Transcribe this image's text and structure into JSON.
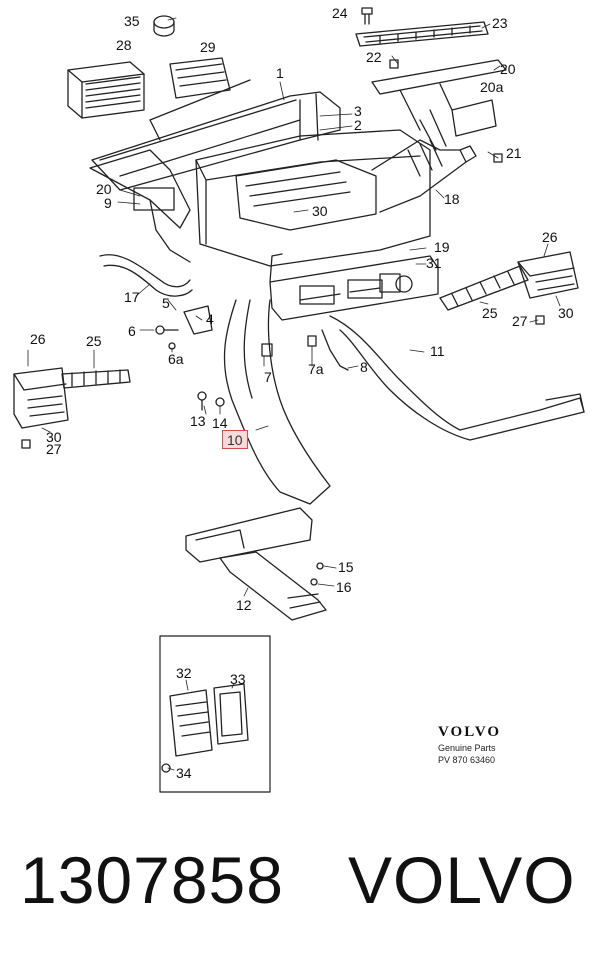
{
  "callouts": {
    "c35": "35",
    "c24": "24",
    "c23": "23",
    "c28": "28",
    "c29": "29",
    "c22": "22",
    "c20a": "20",
    "c1": "1",
    "c20b": "20a",
    "c3": "3",
    "c2": "2",
    "c21": "21",
    "c20c": "20",
    "c9": "9",
    "c30a": "30",
    "c18": "18",
    "c19": "19",
    "c26a": "26",
    "c31": "31",
    "c17": "17",
    "c5": "5",
    "c4": "4",
    "c25a": "25",
    "c27a": "27",
    "c30b": "30",
    "c6": "6",
    "c6a": "6a",
    "c26b": "26",
    "c25b": "25",
    "c11": "11",
    "c7": "7",
    "c7a": "7a",
    "c8": "8",
    "c13": "13",
    "c14": "14",
    "c10": "10",
    "c30c": "30",
    "c27b": "27",
    "c15": "15",
    "c16": "16",
    "c12": "12",
    "c32": "32",
    "c33": "33",
    "c34": "34"
  },
  "logo": {
    "brand": "VOLVO",
    "subtitle": "Genuine Parts",
    "code": "PV 870  63460"
  },
  "footer": {
    "part_number": "1307858",
    "brand": "VOLVO"
  }
}
